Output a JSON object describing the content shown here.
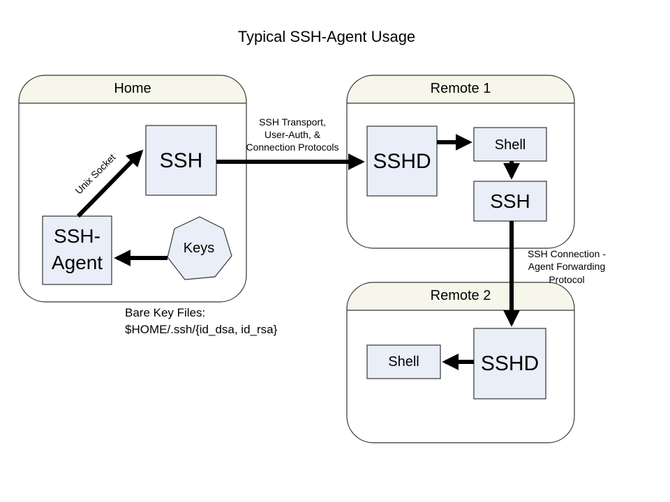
{
  "title": "Typical SSH-Agent Usage",
  "colors": {
    "box_fill": "#e9eef8",
    "header_fill": "#f6f6ea",
    "stroke": "#333333",
    "arrow": "#000000"
  },
  "containers": {
    "home": "Home",
    "remote1": "Remote 1",
    "remote2": "Remote 2"
  },
  "nodes": {
    "home_ssh": "SSH",
    "agent_line1": "SSH-",
    "agent_line2": "Agent",
    "keys": "Keys",
    "r1_sshd": "SSHD",
    "r1_shell": "Shell",
    "r1_ssh": "SSH",
    "r2_sshd": "SSHD",
    "r2_shell": "Shell"
  },
  "edge_labels": {
    "unix_socket": "Unix Socket",
    "transport_line1": "SSH Transport,",
    "transport_line2": "User-Auth, &",
    "transport_line3": "Connection Protocols",
    "forward_line1": "SSH Connection -",
    "forward_line2": "Agent Forwarding",
    "forward_line3": "Protocol"
  },
  "notes": {
    "keyfiles_line1": "Bare Key Files:",
    "keyfiles_line2": "$HOME/.ssh/{id_dsa, id_rsa}"
  }
}
